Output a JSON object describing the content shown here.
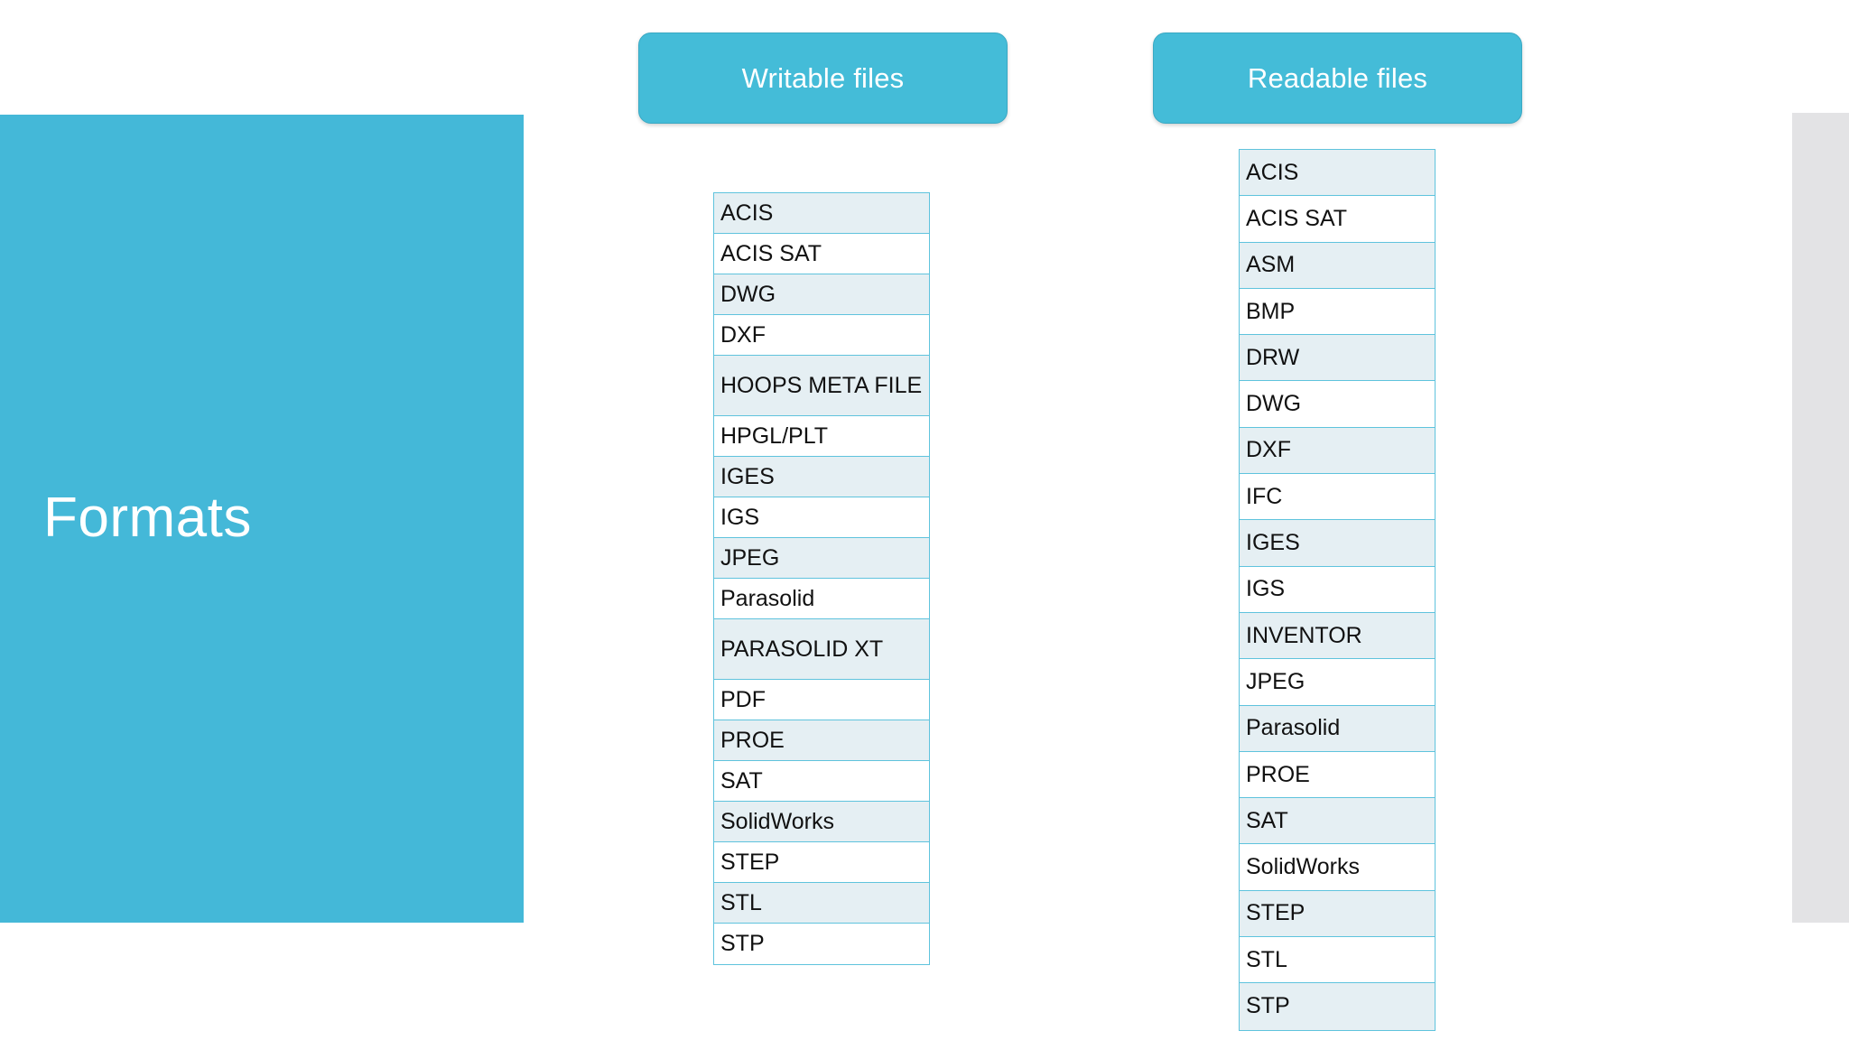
{
  "slide": {
    "title": "Formats",
    "background_color": "#ffffff",
    "accent_color": "#44b8d8",
    "row_tint_color": "#e5eff3",
    "row_border_color": "#5fc3dd",
    "right_panel_color": "#e3e3e5"
  },
  "columns": [
    {
      "id": "writable",
      "header": "Writable files",
      "rows": [
        {
          "label": "ACIS",
          "tall": false
        },
        {
          "label": "ACIS SAT",
          "tall": false
        },
        {
          "label": "DWG",
          "tall": false
        },
        {
          "label": "DXF",
          "tall": false
        },
        {
          "label": "HOOPS META FILE",
          "tall": true
        },
        {
          "label": "HPGL/PLT",
          "tall": false
        },
        {
          "label": "IGES",
          "tall": false
        },
        {
          "label": "IGS",
          "tall": false
        },
        {
          "label": "JPEG",
          "tall": false
        },
        {
          "label": "Parasolid",
          "tall": false
        },
        {
          "label": "PARASOLID XT",
          "tall": true
        },
        {
          "label": "PDF",
          "tall": false
        },
        {
          "label": "PROE",
          "tall": false
        },
        {
          "label": "SAT",
          "tall": false
        },
        {
          "label": "SolidWorks",
          "tall": false
        },
        {
          "label": "STEP",
          "tall": false
        },
        {
          "label": "STL",
          "tall": false
        },
        {
          "label": "STP",
          "tall": false
        }
      ]
    },
    {
      "id": "readable",
      "header": "Readable files",
      "rows": [
        {
          "label": "ACIS",
          "tall": false
        },
        {
          "label": "ACIS SAT",
          "tall": false
        },
        {
          "label": "ASM",
          "tall": false
        },
        {
          "label": "BMP",
          "tall": false
        },
        {
          "label": "DRW",
          "tall": false
        },
        {
          "label": "DWG",
          "tall": false
        },
        {
          "label": "DXF",
          "tall": false
        },
        {
          "label": "IFC",
          "tall": false
        },
        {
          "label": "IGES",
          "tall": false
        },
        {
          "label": "IGS",
          "tall": false
        },
        {
          "label": "INVENTOR",
          "tall": false
        },
        {
          "label": "JPEG",
          "tall": false
        },
        {
          "label": "Parasolid",
          "tall": false
        },
        {
          "label": "PROE",
          "tall": false
        },
        {
          "label": "SAT",
          "tall": false
        },
        {
          "label": "SolidWorks",
          "tall": false
        },
        {
          "label": "STEP",
          "tall": false
        },
        {
          "label": "STL",
          "tall": false
        },
        {
          "label": "STP",
          "tall": false
        }
      ]
    }
  ]
}
